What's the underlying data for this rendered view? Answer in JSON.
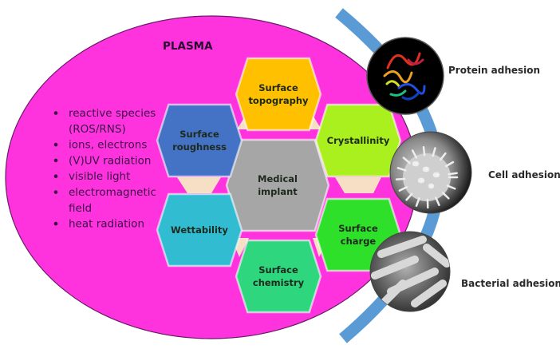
{
  "plasma": {
    "title": "PLASMA",
    "bullets": [
      "reactive species",
      "(ROS/RNS)",
      "ions, electrons",
      "(V)UV radiation",
      "visible light",
      "electromagnetic",
      "field",
      "heat radiation"
    ],
    "bullet_markers": [
      true,
      false,
      true,
      true,
      true,
      true,
      false,
      true
    ]
  },
  "center": {
    "line1": "Medical",
    "line2": "implant",
    "color": "#a6a6a6"
  },
  "hexagons": [
    {
      "line1": "Surface",
      "line2": "topography",
      "color": "#ffc000"
    },
    {
      "line1": "Surface",
      "line2": "roughness",
      "color": "#4472c4"
    },
    {
      "line1": "Crystallinity",
      "line2": "",
      "color": "#a9f01e"
    },
    {
      "line1": "Wettability",
      "line2": "",
      "color": "#31bcd2"
    },
    {
      "line1": "Surface",
      "line2": "charge",
      "color": "#2fe02a"
    },
    {
      "line1": "Surface",
      "line2": "chemistry",
      "color": "#2ed67e"
    }
  ],
  "outcomes": [
    {
      "label": "Protein adhesion",
      "image": "protein-structure-image"
    },
    {
      "label": "Cell adhesion",
      "image": "cell-sem-image"
    },
    {
      "label": "Bacterial adhesion",
      "image": "bacteria-sem-image"
    }
  ],
  "colors": {
    "plasma": "#ff33dd",
    "arc": "#5b9bd5",
    "connector": "#f7dfc6"
  }
}
